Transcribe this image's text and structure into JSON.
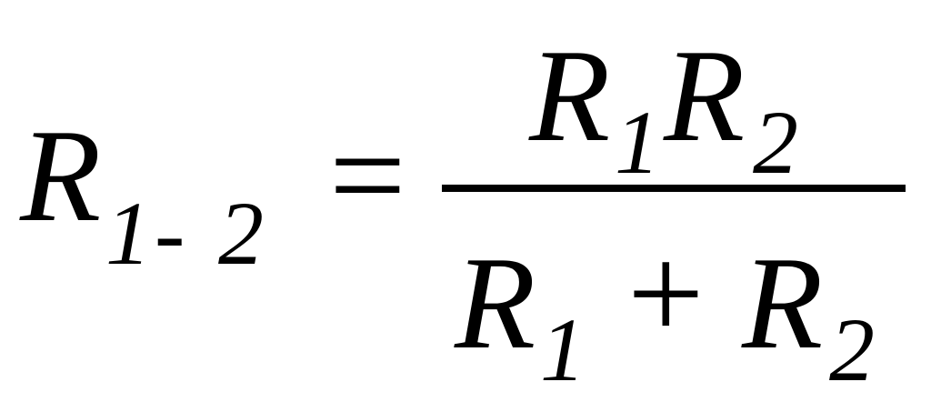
{
  "formula": {
    "lhs": {
      "symbol": "R",
      "sub_1": "1",
      "sub_dash": "-",
      "sub_2": "2"
    },
    "equals": "=",
    "numerator": {
      "r1_symbol": "R",
      "r1_sub": "1",
      "r2_symbol": "R",
      "r2_sub": "2"
    },
    "denominator": {
      "r1_symbol": "R",
      "r1_sub": "1",
      "plus": "+",
      "r2_symbol": "R",
      "r2_sub": "2"
    }
  }
}
